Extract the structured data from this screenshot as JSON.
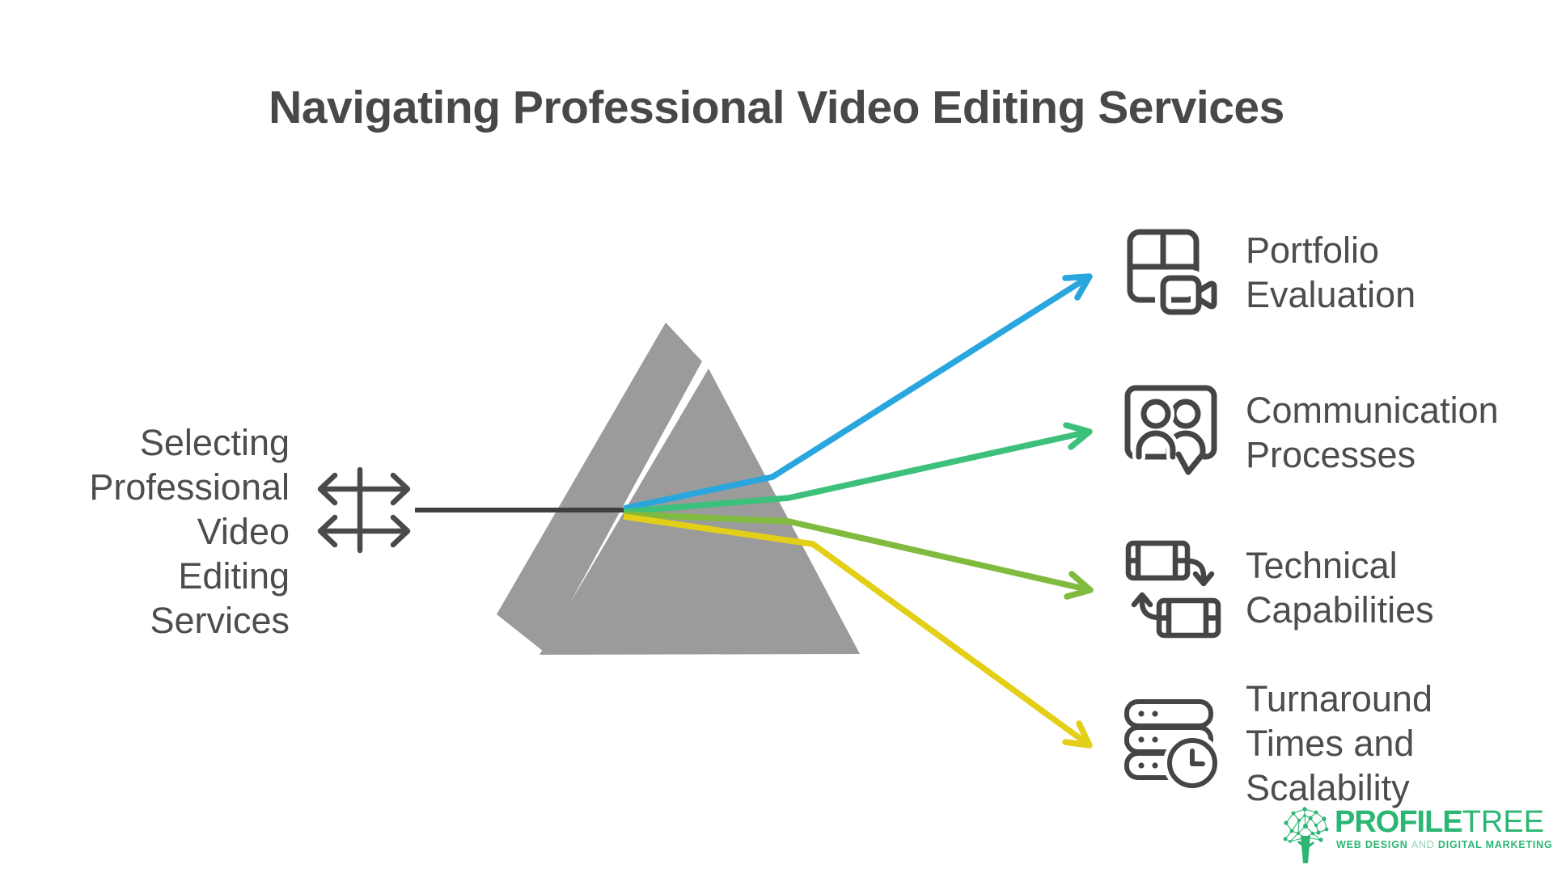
{
  "title": "Navigating Professional Video Editing Services",
  "source_node": {
    "label": "Selecting Professional Video Editing Services",
    "lines": [
      "Selecting",
      "Professional",
      "Video Editing",
      "Services"
    ],
    "icon": "spread-arrows-icon"
  },
  "items": [
    {
      "label": "Portfolio Evaluation",
      "lines": [
        "Portfolio",
        "Evaluation"
      ],
      "arrow_color": "#29a6de",
      "icon": "layout-grid-video-icon"
    },
    {
      "label": "Communication Processes",
      "lines": [
        "Communication",
        "Processes"
      ],
      "arrow_color": "#3cc07b",
      "icon": "people-speech-bubble-icon"
    },
    {
      "label": "Technical Capabilities",
      "lines": [
        "Technical",
        "Capabilities"
      ],
      "arrow_color": "#80bb3f",
      "icon": "film-frames-convert-icon"
    },
    {
      "label": "Turnaround Times and Scalability",
      "lines": [
        "Turnaround",
        "Times and",
        "Scalability"
      ],
      "arrow_color": "#e3cf17",
      "icon": "server-stack-clock-icon"
    }
  ],
  "prism": {
    "fill": "#9b9b9b",
    "input_line_color": "#3f3f3f"
  },
  "text_color": "#4d4d4d",
  "icon_stroke_color": "#454545",
  "logo": {
    "brand_primary": "PROFILE",
    "brand_secondary": "TREE",
    "tagline": [
      "WEB DESIGN",
      "AND",
      "DIGITAL MARKETING"
    ],
    "color": "#2bb673"
  }
}
